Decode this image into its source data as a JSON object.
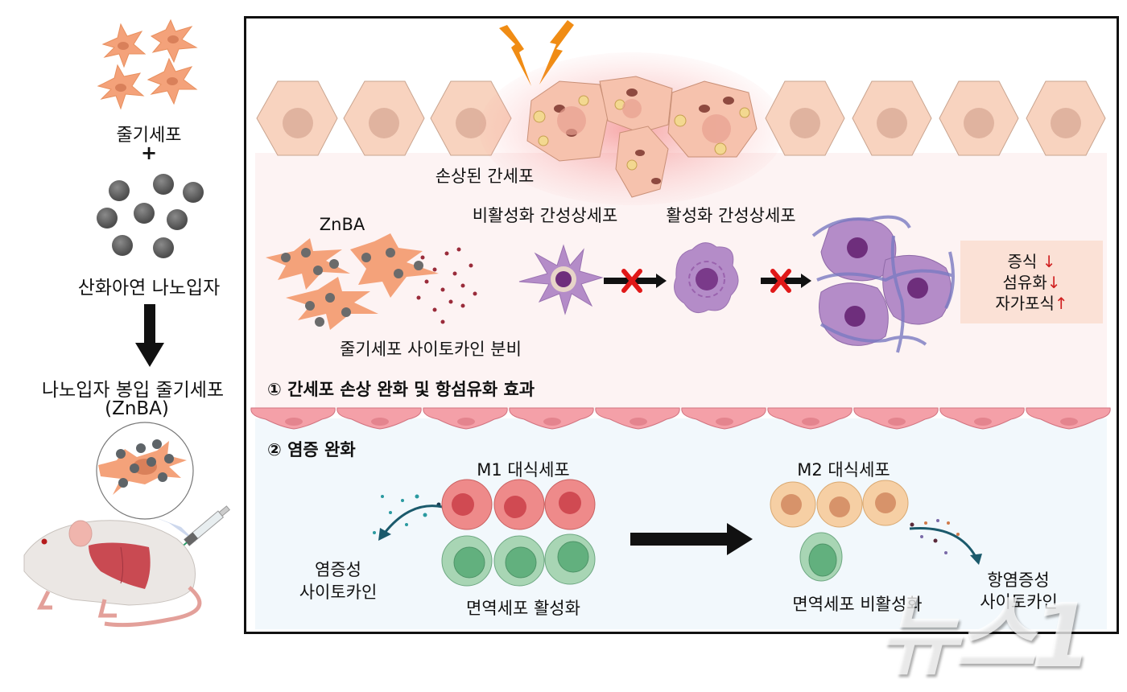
{
  "left_panel": {
    "stem_cell_label": "줄기세포",
    "plus": "+",
    "nanoparticle_label": "산화아연 나노입자",
    "result_label_line1": "나노입자 봉입 줄기세포",
    "result_label_line2": "(ZnBA)"
  },
  "section1": {
    "damaged_hepatocyte_label": "손상된 간세포",
    "znba_label": "ZnBA",
    "cytokine_secretion_label": "줄기세포 사이토카인 분비",
    "inactive_hsc_label": "비활성화 간성상세포",
    "active_hsc_label": "활성화 간성상세포",
    "effects": [
      {
        "text": "증식",
        "arrow": "↓"
      },
      {
        "text": "섬유화",
        "arrow": "↓"
      },
      {
        "text": "자가포식",
        "arrow": "↑"
      }
    ],
    "title": "① 간세포 손상 완화 및 항섬유화 효과"
  },
  "section2": {
    "title": "② 염증 완화",
    "m1_label": "M1 대식세포",
    "m2_label": "M2 대식세포",
    "proinflammatory_line1": "염증성",
    "proinflammatory_line2": "사이토카인",
    "immune_active_label": "면역세포 활성화",
    "immune_inactive_label": "면역세포 비활성화",
    "antiinflammatory_line1": "항염증성",
    "antiinflammatory_line2": "사이토카인"
  },
  "watermark": "뉴스1",
  "colors": {
    "stem_cell": "#f4a27a",
    "nanoparticle": "#6b6b6b",
    "hepatocyte": "#f8d3bf",
    "hsc": "#b48cc8",
    "m1": "#ee8a8a",
    "m2": "#f6cfa4",
    "immune": "#9ccfac",
    "red_x": "#e01818",
    "lightning": "#f08c14"
  }
}
